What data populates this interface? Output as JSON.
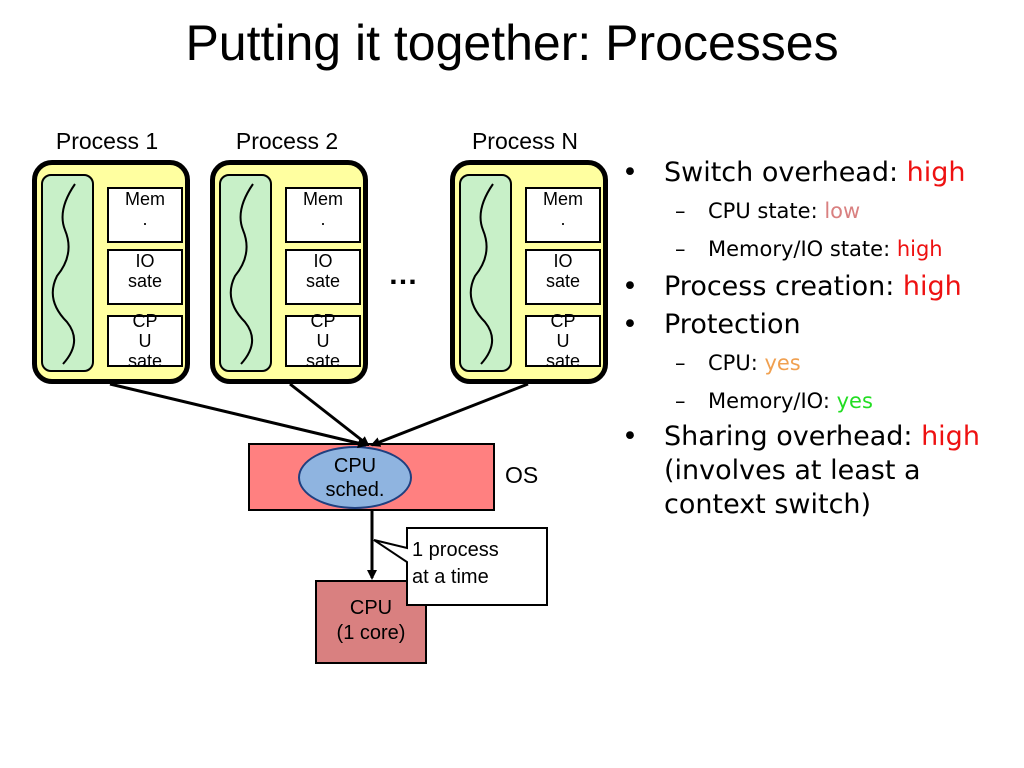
{
  "title": "Putting it together: Processes",
  "processes": [
    {
      "label": "Process 1",
      "mem": "Mem\n.",
      "io": "IO\nsate",
      "cpu": "CP\nU\nsate"
    },
    {
      "label": "Process 2",
      "mem": "Mem\n.",
      "io": "IO\nsate",
      "cpu": "CP\nU\nsate"
    },
    {
      "label": "Process N",
      "mem": "Mem\n.",
      "io": "IO\nsate",
      "cpu": "CP\nU\nsate"
    }
  ],
  "ellipsis": "…",
  "os": {
    "label": "OS",
    "scheduler": "CPU\nsched."
  },
  "cpu_box": "CPU\n(1 core)",
  "callout": "1 process\nat a time",
  "bullets": {
    "switch": {
      "text": "Switch overhead: ",
      "value": "high"
    },
    "cpu_state": {
      "text": "CPU state: ",
      "value": "low"
    },
    "mem_state": {
      "text": "Memory/IO state: ",
      "value": "high"
    },
    "creation": {
      "text": "Process creation: ",
      "value": "high"
    },
    "protection": {
      "text": "Protection"
    },
    "prot_cpu": {
      "text": "CPU: ",
      "value": "yes"
    },
    "prot_mem": {
      "text": "Memory/IO: ",
      "value": "yes"
    },
    "sharing": {
      "text": "Sharing overhead: ",
      "value": "high",
      "tail": "(involves at least a context switch)"
    }
  },
  "colors": {
    "high": "#ee1111",
    "low": "#d98080",
    "cpu_yes": "#f0a050",
    "mem_yes": "#22dd22",
    "process_fill": "#ffffa0",
    "thread_fill": "#c8f0c8",
    "os_fill": "#ff8080",
    "sched_fill": "#8fb4e0",
    "cpu_fill": "#d98080"
  }
}
